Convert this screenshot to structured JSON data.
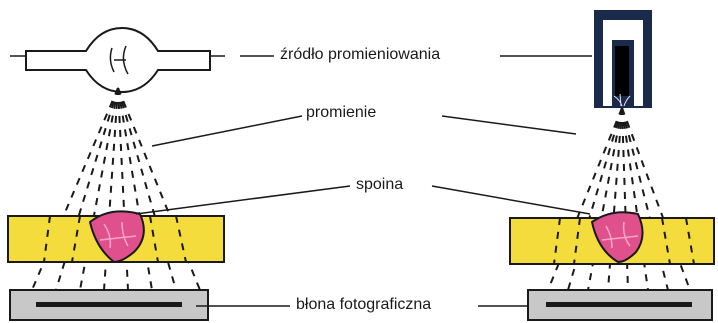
{
  "labels": {
    "source": "źródło promieniowania",
    "rays": "promienie",
    "weld": "spoina",
    "film": "błona fotograficzna"
  },
  "colors": {
    "plate": "#f4dc3c",
    "weld": "#e0508c",
    "film_case": "#c8c8c8",
    "film_strip": "#1a1a1a",
    "source_box": "#1a2a4a",
    "ink": "#1a1a1a"
  },
  "icons": {
    "left_source": "x-ray-tube-icon",
    "right_source": "isotope-capsule-icon"
  }
}
